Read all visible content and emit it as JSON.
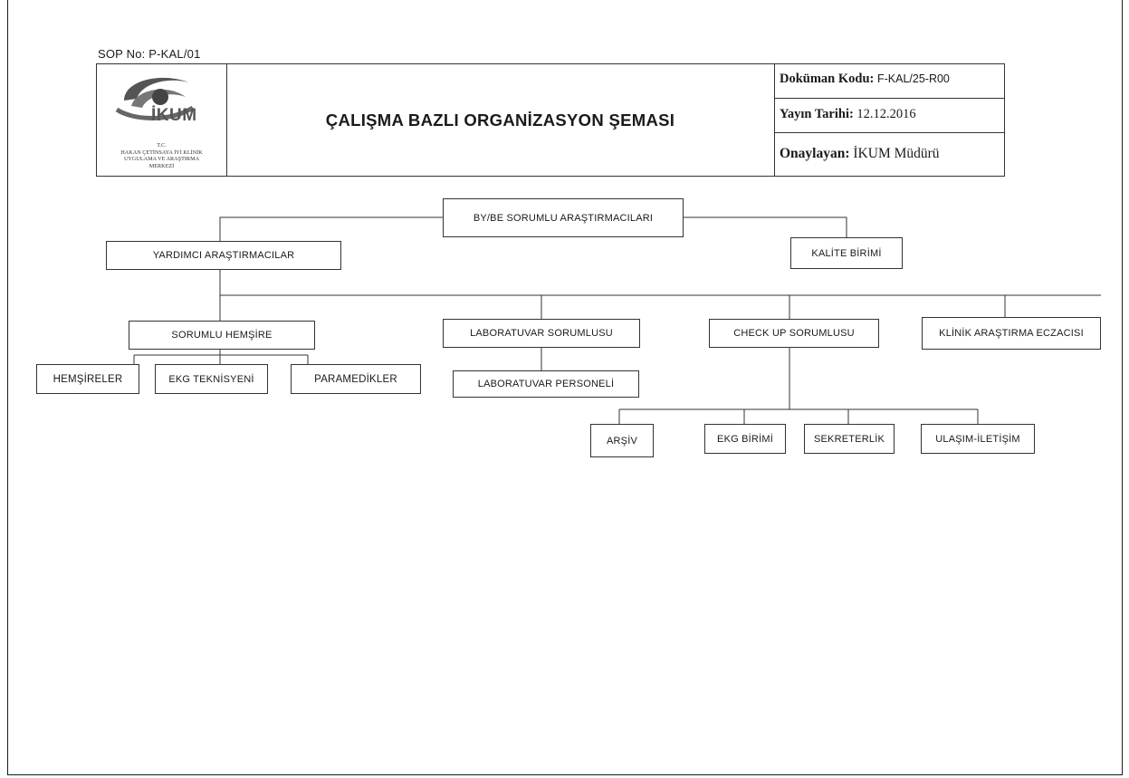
{
  "sop": "SOP No: P-KAL/01",
  "header": {
    "logo_text": "İKUM",
    "logo_caption": [
      "T.C.",
      "HAKAN ÇETİNSAYA İYİ KLİNİK",
      "UYGULAMA VE ARAŞTIRMA",
      "MERKEZİ"
    ],
    "title": "ÇALIŞMA BAZLI ORGANİZASYON ŞEMASI",
    "doc_code_label": "Doküman Kodu:",
    "doc_code_value": "F-KAL/25-R00",
    "date_label": "Yayın Tarihi:",
    "date_value": "12.12.2016",
    "approver_label": "Onaylayan:",
    "approver_value": "İKUM Müdürü"
  },
  "org": {
    "top": "BY/BE SORUMLU ARAŞTIRMACILARI",
    "assistants": "YARDIMCI ARAŞTIRMACILAR",
    "quality": "KALİTE BİRİMİ",
    "nurse_lead": "SORUMLU HEMŞİRE",
    "lab_lead": "LABORATUVAR SORUMLUSU",
    "checkup_lead": "CHECK UP SORUMLUSU",
    "pharmacist": "KLİNİK ARAŞTIRMA ECZACISI",
    "nurses": "HEMŞİRELER",
    "ekg_tech": "EKG TEKNİSYENİ",
    "paramedics": "PARAMEDİKLER",
    "lab_staff": "LABORATUVAR PERSONELİ",
    "archive": "ARŞİV",
    "ekg_unit": "EKG BİRİMİ",
    "secretariat": "SEKRETERLİK",
    "transport": "ULAŞIM-İLETİŞİM"
  }
}
